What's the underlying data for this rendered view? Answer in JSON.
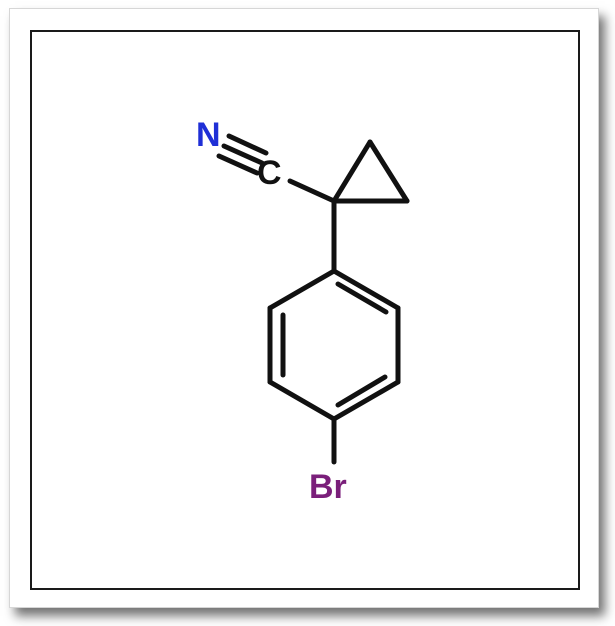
{
  "molecule": {
    "atoms": {
      "nitrogen": "N",
      "carbon": "C",
      "bromine": "Br"
    },
    "colors": {
      "bond": "#111111",
      "nitrogen": "#1f2fd6",
      "carbon": "#111111",
      "bromine": "#7a1f7a"
    }
  }
}
